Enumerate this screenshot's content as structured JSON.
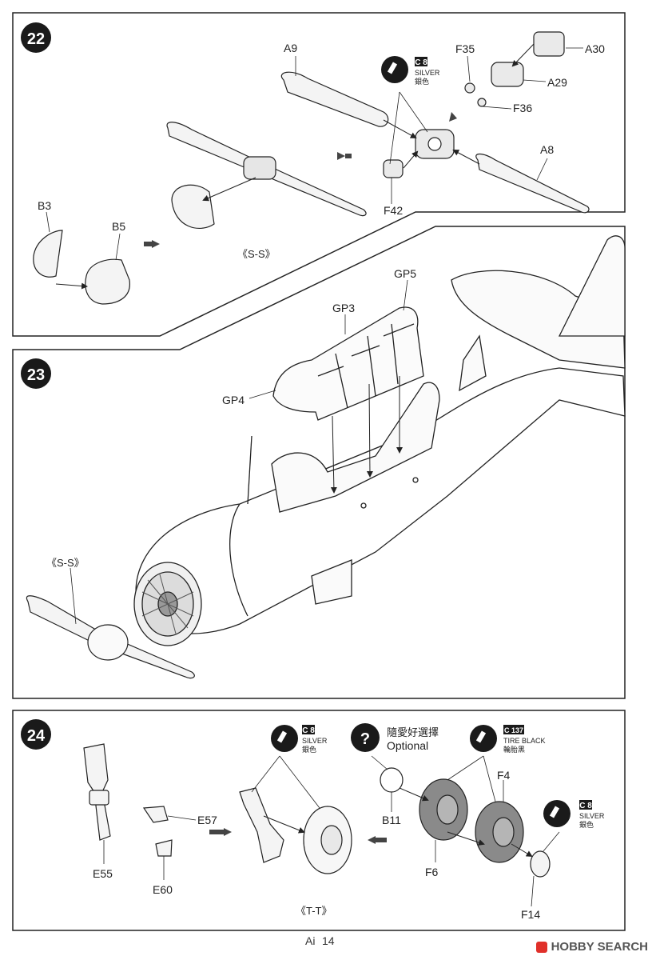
{
  "steps": [
    {
      "number": "22",
      "part_labels": [
        "A9",
        "F35",
        "A30",
        "A29",
        "F36",
        "A8",
        "F42",
        "B3",
        "B5"
      ],
      "view_label": "《S-S》",
      "paint": {
        "code": "C 8",
        "name": "SILVER",
        "name_local": "銀色"
      }
    },
    {
      "number": "23",
      "part_labels": [
        "GP5",
        "GP3",
        "GP4"
      ],
      "view_label": "《S-S》"
    },
    {
      "number": "24",
      "part_labels": [
        "E57",
        "E55",
        "E60",
        "B11",
        "F4",
        "F6",
        "F14"
      ],
      "view_label": "《T-T》",
      "paint_silver": {
        "code": "C 8",
        "name": "SILVER",
        "name_local": "銀色"
      },
      "paint_silver_2": {
        "code": "C 8",
        "name": "SILVER",
        "name_local": "銀色"
      },
      "paint_black": {
        "code": "C 137",
        "name": "TIRE BLACK",
        "name_local": "輪胎黑"
      },
      "optional": {
        "text_local": "隨愛好選擇",
        "text": "Optional"
      }
    }
  ],
  "page_number": "14",
  "footer_prefix": "Ai",
  "watermark": "HOBBY SEARCH",
  "colors": {
    "line": "#222222",
    "frame": "#222222",
    "part_fill": "#f4f4f4",
    "tire": "#8a8a8a",
    "badge": "#1a1a1a",
    "logo": "#e0302a"
  }
}
